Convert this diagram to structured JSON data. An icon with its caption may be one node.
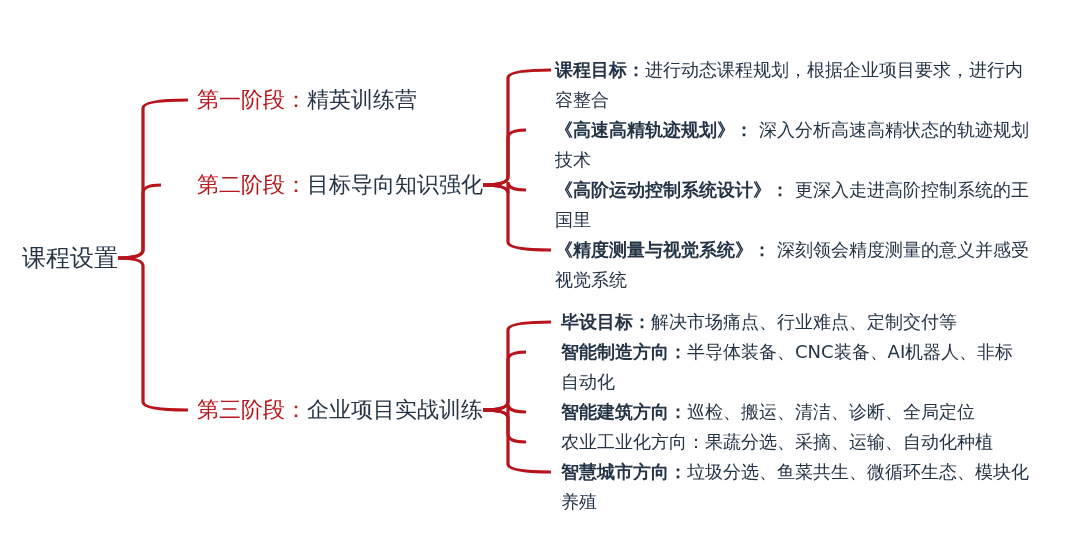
{
  "diagram": {
    "nodes": [
      {
        "text": [
          "课程设置"
        ]
      },
      {
        "text": [
          "第一阶段：",
          "精英训练营"
        ]
      },
      {
        "text": [
          "第二阶段：",
          "目标导向知识强化"
        ]
      },
      {
        "text": [
          "第三阶段：",
          "企业项目实战训练"
        ]
      },
      {
        "text": [
          "**课程目标：**进行动态课程规划，根据企业项目要求，进行内容整合"
        ]
      },
      {
        "text": [
          "**《高速高精轨迹规划》：** 深入分析高速高精状态的轨迹规划技术"
        ]
      },
      {
        "text": [
          "**《高阶运动控制系统设计》：** 更深入走进高阶控制系统的王国里"
        ]
      },
      {
        "text": [
          "**《精度测量与视觉系统》：** 深刻领会精度测量的意义并感受视觉系统"
        ]
      },
      {
        "text": [
          "**毕设目标：**解决市场痛点、行业难点、定制交付等"
        ]
      },
      {
        "text": [
          "**智能制造方向：**半导体装备、CNC装备、AI机器人、非标自动化"
        ]
      },
      {
        "text": [
          "**智能建筑方向：**巡检、搬运、清洁、诊断、全局定位"
        ]
      },
      {
        "text": [
          "农业工业化方向：果蔬分选、采摘、运输、自动化种植"
        ]
      },
      {
        "text": [
          "**智慧城市方向：**垃圾分选、鱼菜共生、微循环生态、模块化养殖"
        ]
      }
    ],
    "edges": [
      {
        "from": 0,
        "to": 1,
        "arrow": "none"
      },
      {
        "from": 0,
        "to": 2,
        "arrow": "none"
      },
      {
        "from": 0,
        "to": 3,
        "arrow": "none"
      },
      {
        "from": 2,
        "to": 4,
        "arrow": "none"
      },
      {
        "from": 2,
        "to": 5,
        "arrow": "none"
      },
      {
        "from": 2,
        "to": 6,
        "arrow": "none"
      },
      {
        "from": 2,
        "to": 7,
        "arrow": "none"
      },
      {
        "from": 3,
        "to": 8,
        "arrow": "none"
      },
      {
        "from": 3,
        "to": 9,
        "arrow": "none"
      },
      {
        "from": 3,
        "to": 10,
        "arrow": "none"
      },
      {
        "from": 3,
        "to": 11,
        "arrow": "none"
      },
      {
        "from": 3,
        "to": 12,
        "arrow": "none"
      }
    ]
  }
}
